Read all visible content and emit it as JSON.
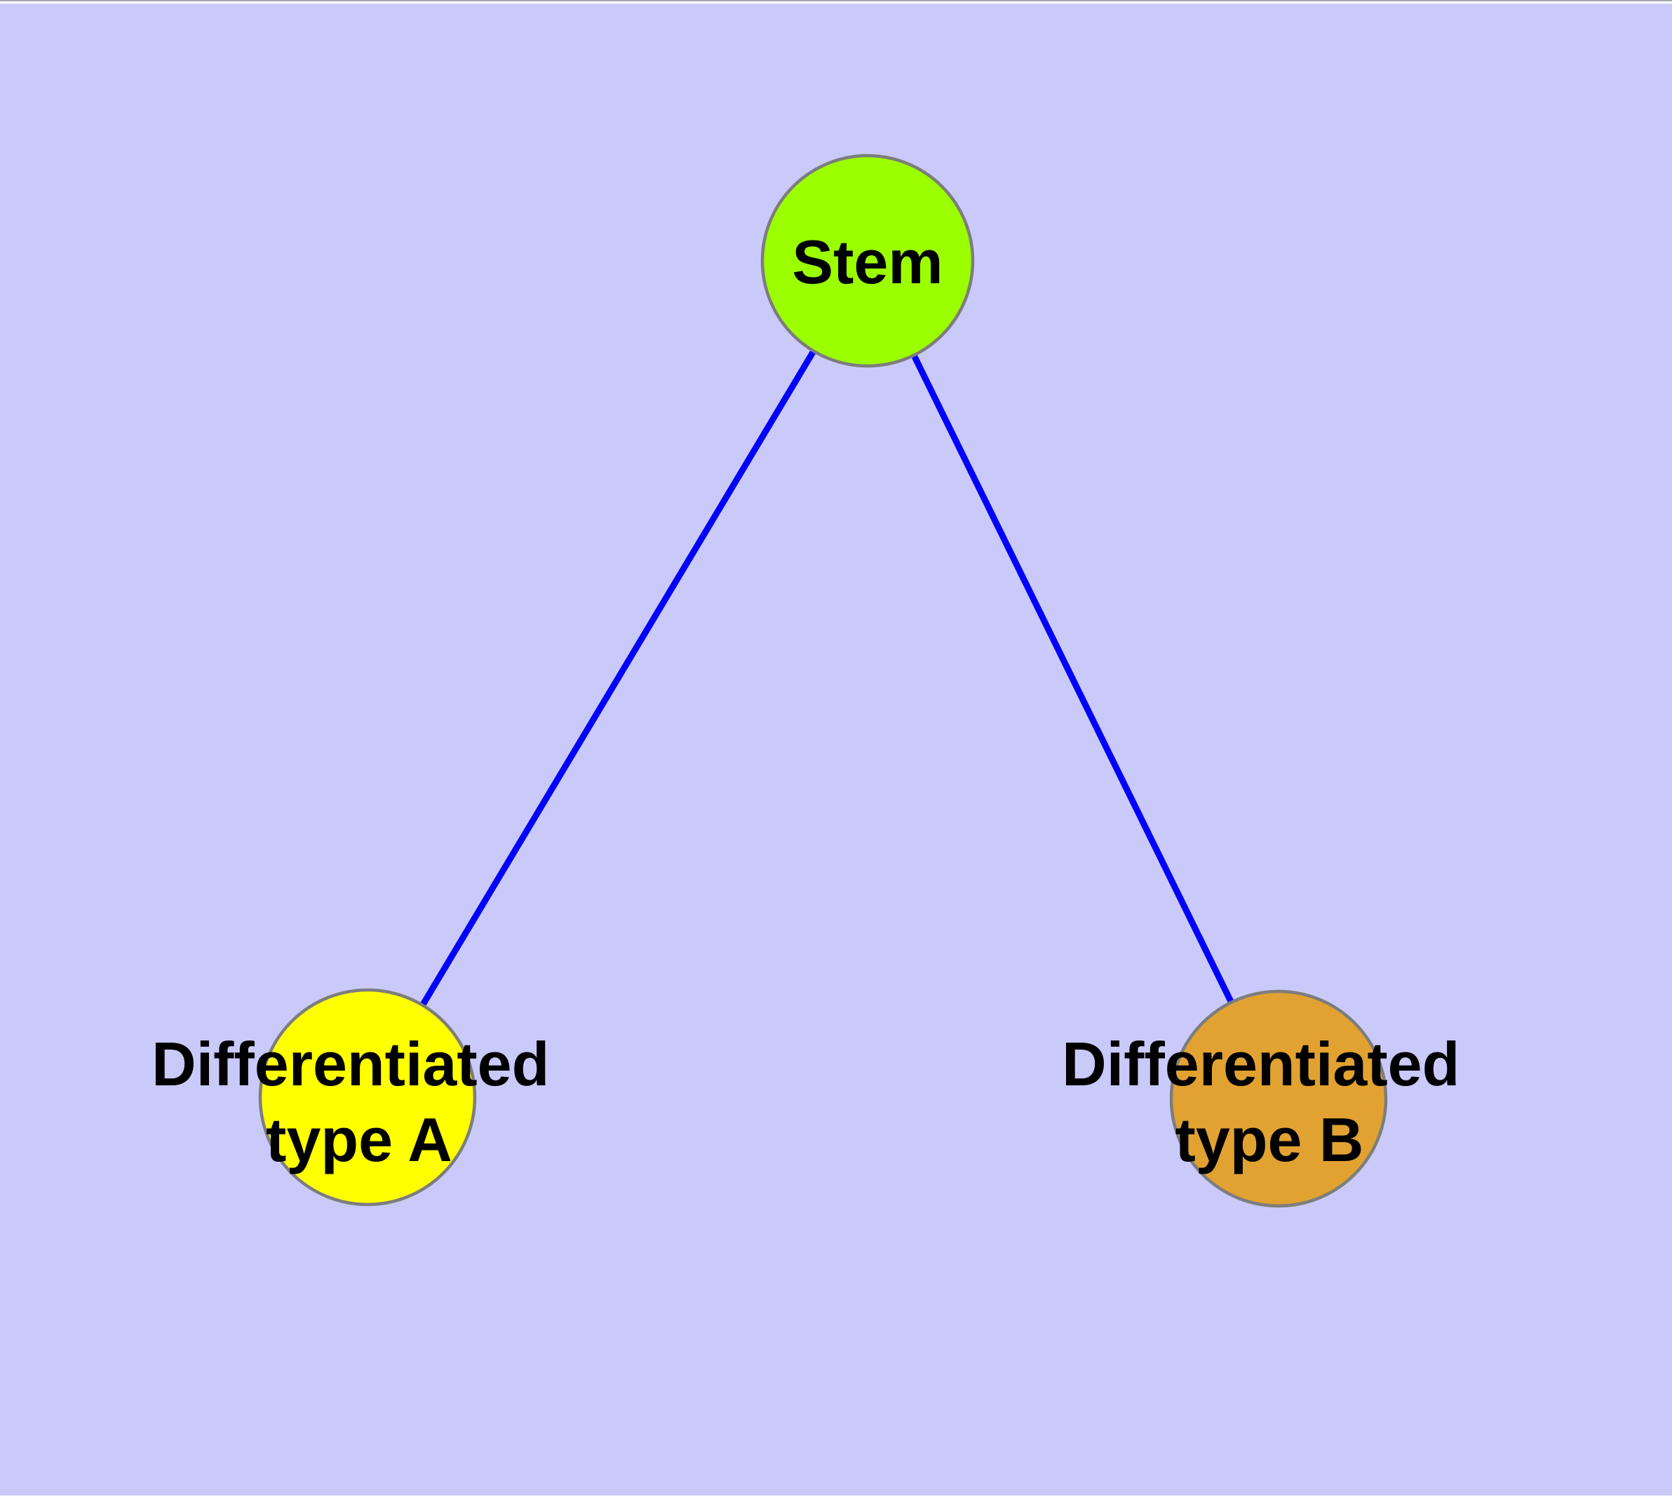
{
  "diagram": {
    "type": "node-link-graph",
    "background_color": "#CACAFA",
    "edge_color": "#0000FF",
    "node_border_color": "#7D7D7D",
    "nodes": [
      {
        "id": "stem",
        "label": "Stem",
        "color": "#9BFF00"
      },
      {
        "id": "differentiated-type-a",
        "label": "Differentiated type A",
        "label_line1": "Differentiated",
        "label_line2": "type A",
        "color": "#FFFF00"
      },
      {
        "id": "differentiated-type-b",
        "label": "Differentiated type B",
        "label_line1": "Differentiated",
        "label_line2": "type B",
        "color": "#E2A231"
      }
    ],
    "edges": [
      {
        "from": "Stem",
        "to": "Differentiated type A"
      },
      {
        "from": "Stem",
        "to": "Differentiated type B"
      }
    ]
  }
}
